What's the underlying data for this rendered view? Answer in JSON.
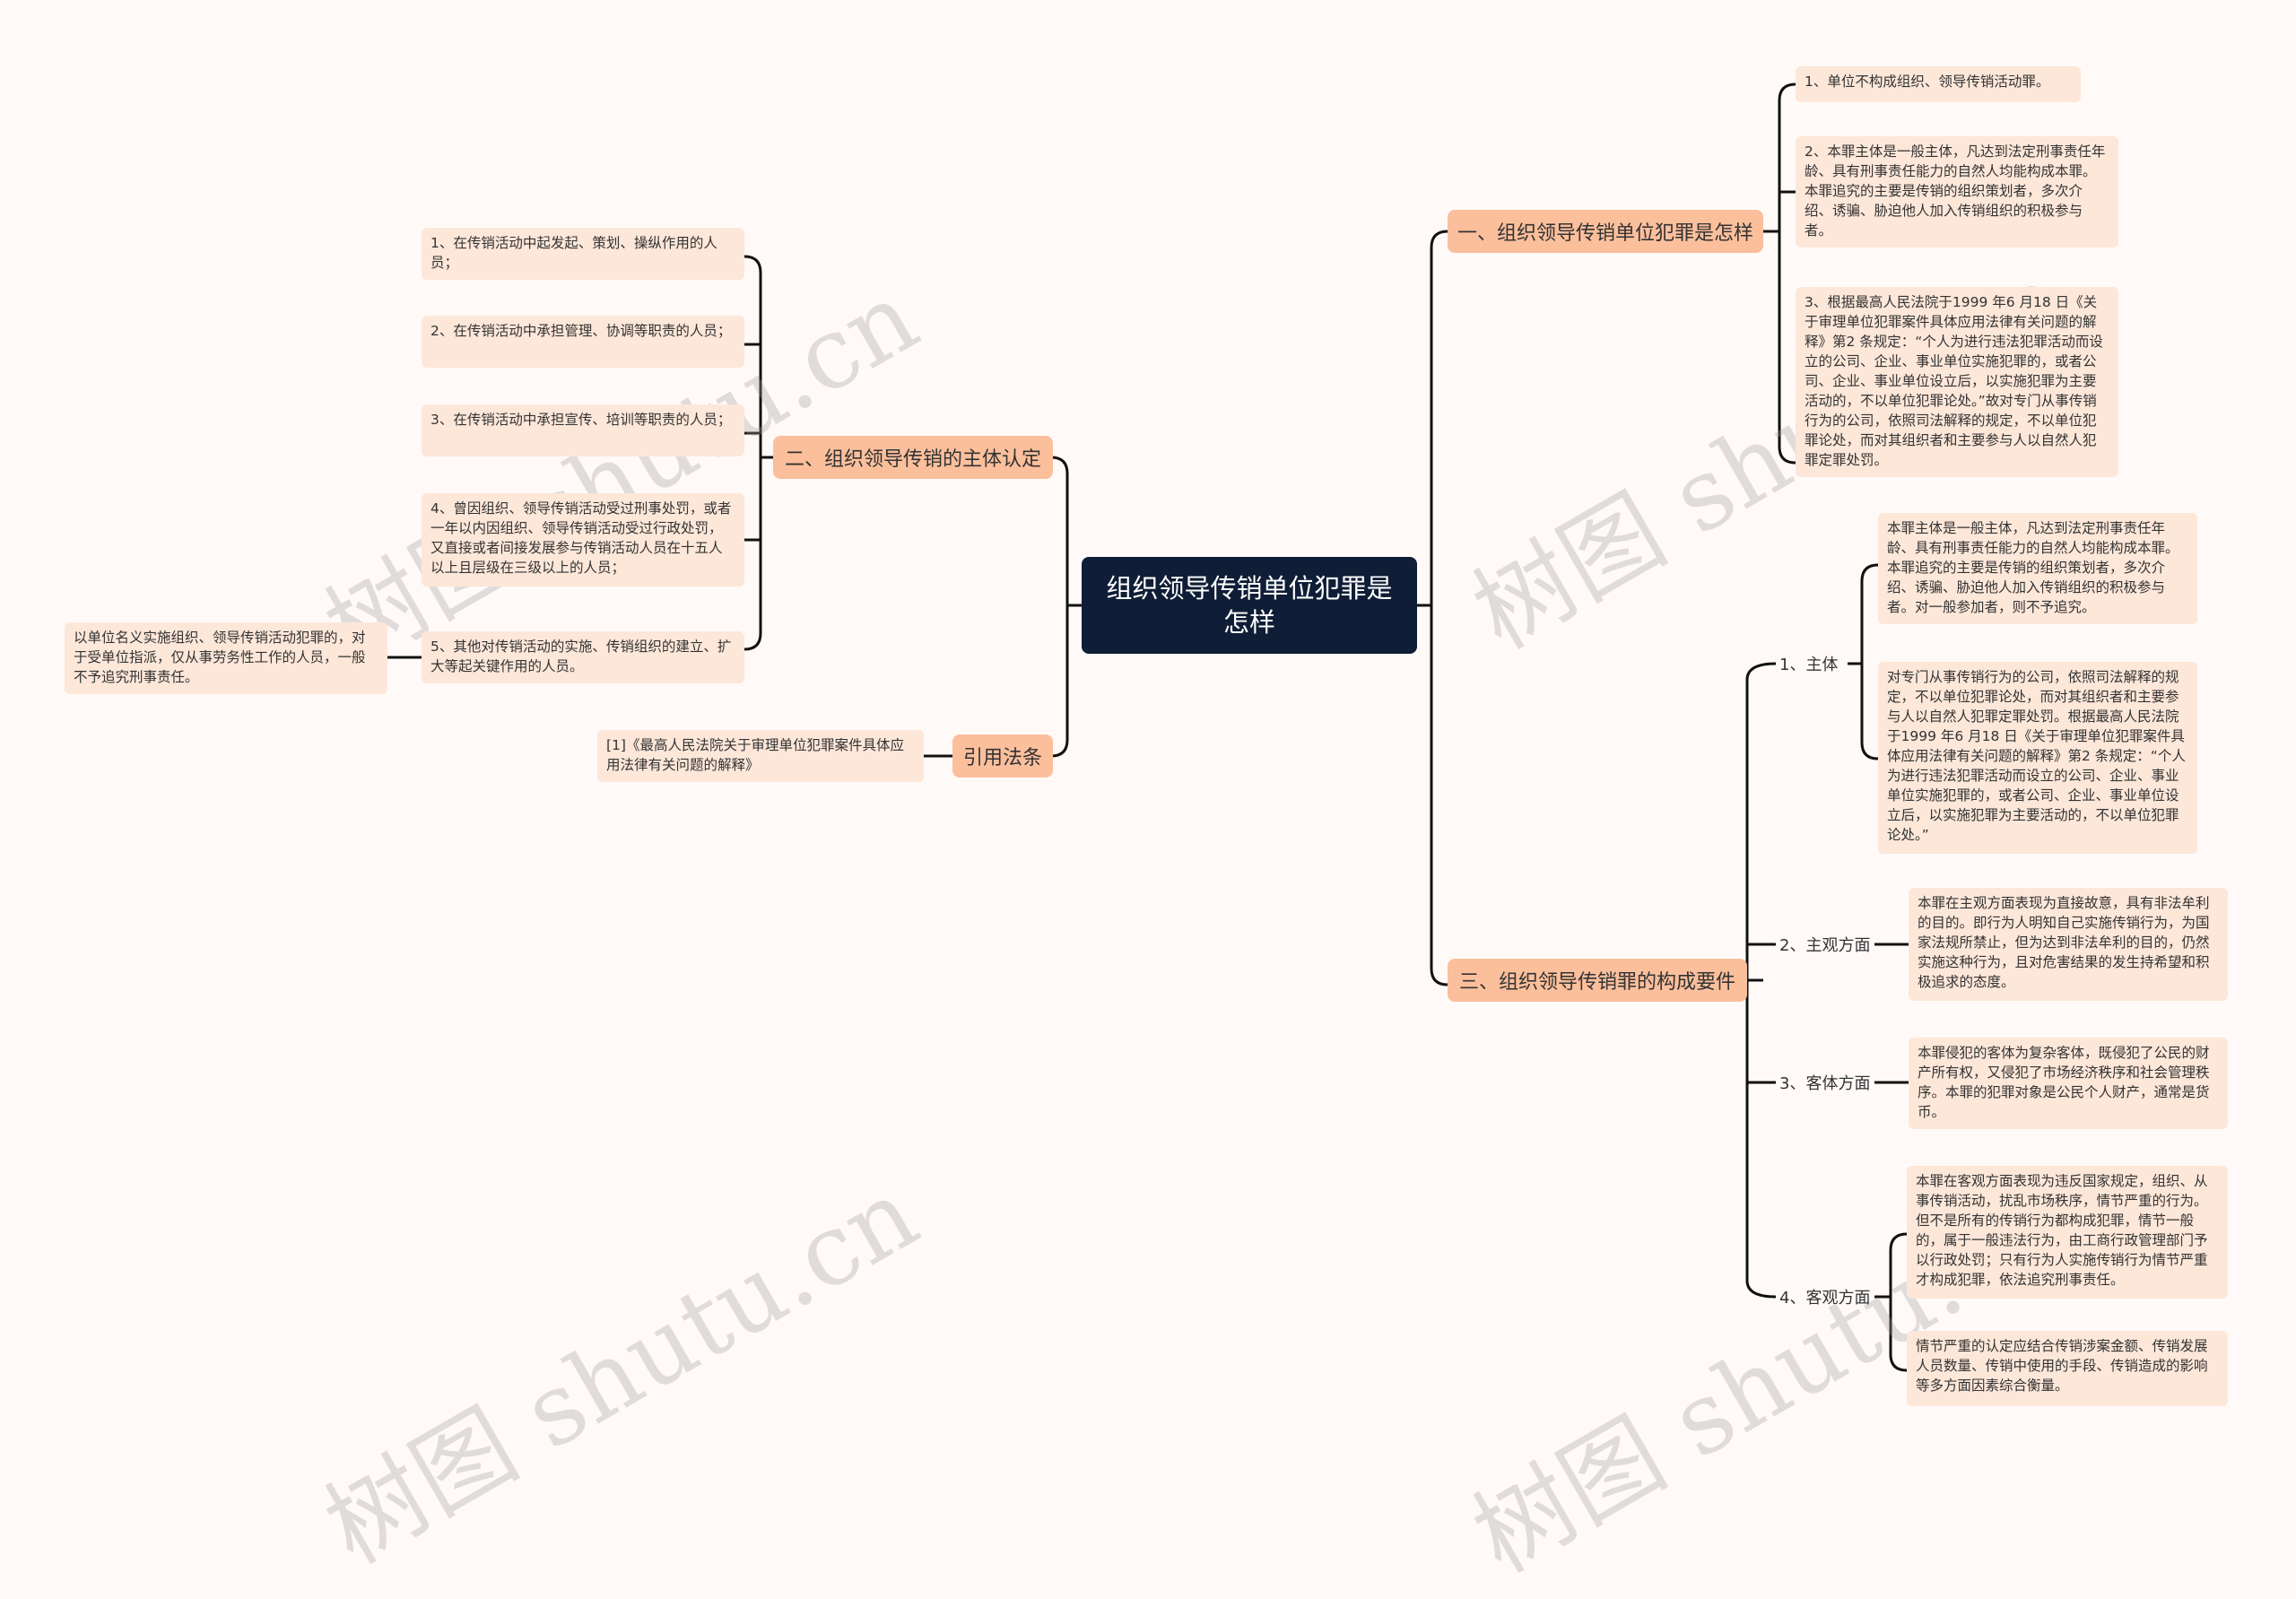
{
  "root": {
    "title": "组织领导传销单位犯罪是怎样"
  },
  "branches": {
    "b1": {
      "label": "一、组织领导传销单位犯罪是怎样"
    },
    "b2": {
      "label": "二、组织领导传销的主体认定"
    },
    "b3": {
      "label": "三、组织领导传销罪的构成要件"
    },
    "b4": {
      "label": "引用法条"
    }
  },
  "b1_leaves": [
    "1、单位不构成组织、领导传销活动罪。",
    "2、本罪主体是一般主体，凡达到法定刑事责任年龄、具有刑事责任能力的自然人均能构成本罪。本罪追究的主要是传销的组织策划者，多次介绍、诱骗、胁迫他人加入传销组织的积极参与者。",
    "3、根据最高人民法院于1999 年6 月18 日《关于审理单位犯罪案件具体应用法律有关问题的解释》第2 条规定：“个人为进行违法犯罪活动而设立的公司、企业、事业单位实施犯罪的，或者公司、企业、事业单位设立后，以实施犯罪为主要活动的，不以单位犯罪论处。”故对专门从事传销行为的公司，依照司法解释的规定，不以单位犯罪论处，而对其组织者和主要参与人以自然人犯罪定罪处罚。"
  ],
  "b2_leaves": [
    "1、在传销活动中起发起、策划、操纵作用的人员；",
    "2、在传销活动中承担管理、协调等职责的人员；",
    "3、在传销活动中承担宣传、培训等职责的人员；",
    "4、曾因组织、领导传销活动受过刑事处罚，或者一年以内因组织、领导传销活动受过行政处罚，又直接或者间接发展参与传销活动人员在十五人以上且层级在三级以上的人员；",
    "5、其他对传销活动的实施、传销组织的建立、扩大等起关键作用的人员。"
  ],
  "b2_note": "以单位名义实施组织、领导传销活动犯罪的，对于受单位指派，仅从事劳务性工作的人员，一般不予追究刑事责任。",
  "b4_leaf": "[1]《最高人民法院关于审理单位犯罪案件具体应用法律有关问题的解释》",
  "b3_subs": {
    "s1": {
      "label": "1、主体",
      "leaves": [
        "本罪主体是一般主体，凡达到法定刑事责任年龄、具有刑事责任能力的自然人均能构成本罪。本罪追究的主要是传销的组织策划者，多次介绍、诱骗、胁迫他人加入传销组织的积极参与者。对一般参加者，则不予追究。",
        "对专门从事传销行为的公司，依照司法解释的规定，不以单位犯罪论处，而对其组织者和主要参与人以自然人犯罪定罪处罚。根据最高人民法院于1999 年6 月18 日《关于审理单位犯罪案件具体应用法律有关问题的解释》第2 条规定：“个人为进行违法犯罪活动而设立的公司、企业、事业单位实施犯罪的，或者公司、企业、事业单位设立后，以实施犯罪为主要活动的，不以单位犯罪论处。”"
      ]
    },
    "s2": {
      "label": "2、主观方面",
      "leaves": [
        "本罪在主观方面表现为直接故意，具有非法牟利的目的。即行为人明知自己实施传销行为，为国家法规所禁止，但为达到非法牟利的目的，仍然实施这种行为，且对危害结果的发生持希望和积极追求的态度。"
      ]
    },
    "s3": {
      "label": "3、客体方面",
      "leaves": [
        "本罪侵犯的客体为复杂客体，既侵犯了公民的财产所有权，又侵犯了市场经济秩序和社会管理秩序。本罪的犯罪对象是公民个人财产，通常是货币。"
      ]
    },
    "s4": {
      "label": "4、客观方面",
      "leaves": [
        "本罪在客观方面表现为违反国家规定，组织、从事传销活动，扰乱市场秩序，情节严重的行为。但不是所有的传销行为都构成犯罪，情节一般的，属于一般违法行为，由工商行政管理部门予以行政处罚；只有行为人实施传销行为情节严重才构成犯罪，依法追究刑事责任。",
        "情节严重的认定应结合传销涉案金额、传销发展人员数量、传销中使用的手段、传销造成的影响等多方面因素综合衡量。"
      ]
    }
  },
  "watermarks": [
    "树图 shutu.cn",
    "树图 shutu.cn",
    "树图 shutu.cn",
    "树图 shutu.cn"
  ]
}
